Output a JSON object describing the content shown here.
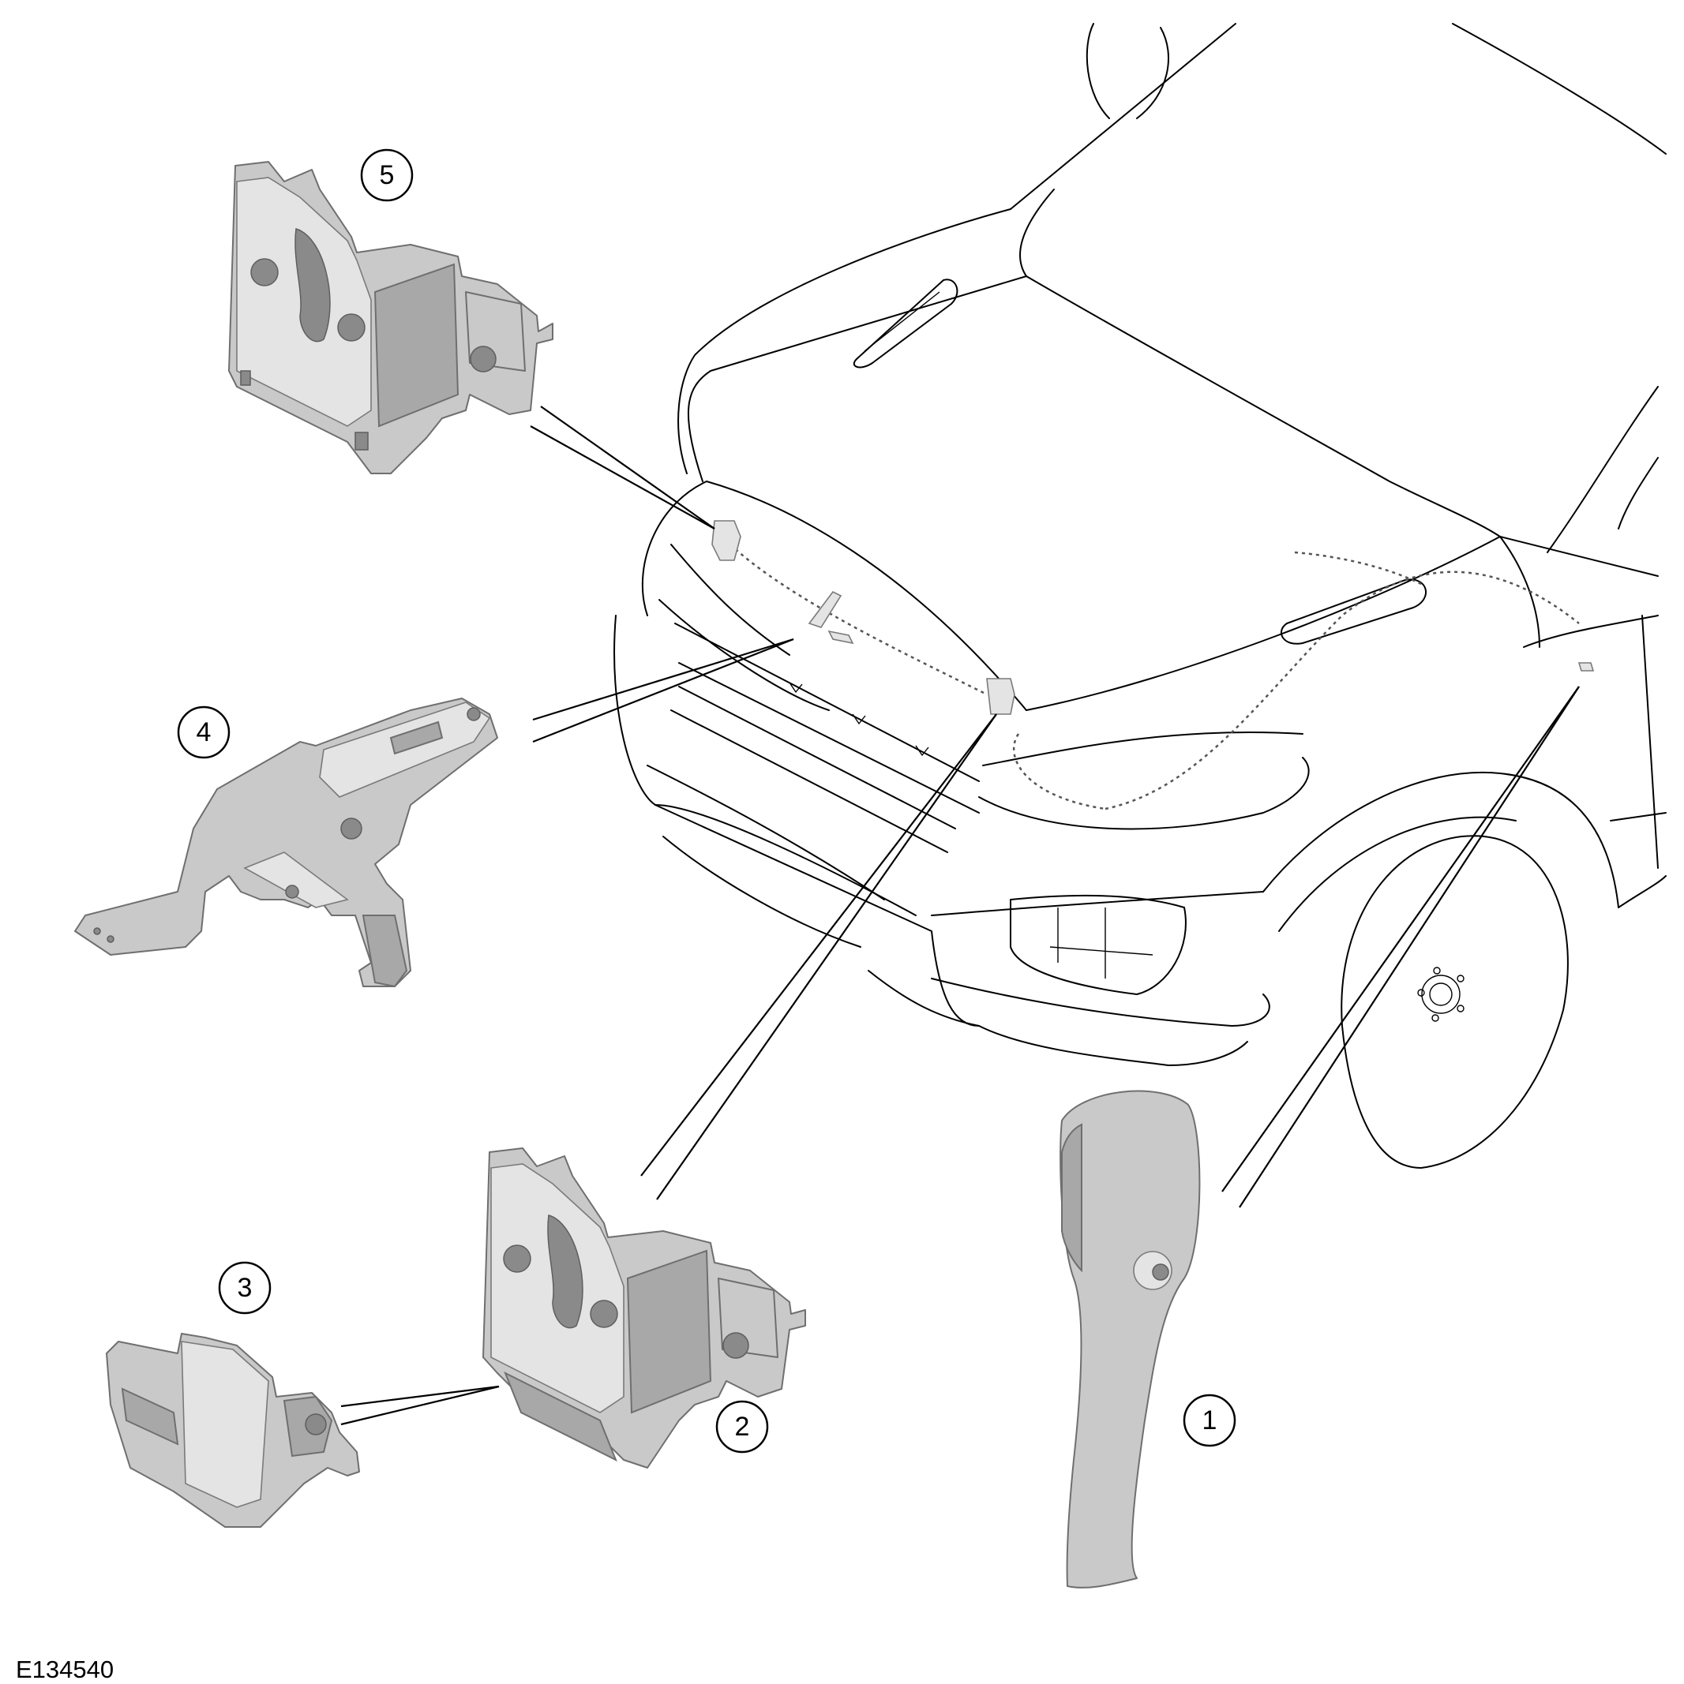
{
  "figure": {
    "reference_code": "E134540"
  },
  "callouts": [
    {
      "id": "1",
      "label": "1"
    },
    {
      "id": "2",
      "label": "2"
    },
    {
      "id": "3",
      "label": "3"
    },
    {
      "id": "4",
      "label": "4"
    },
    {
      "id": "5",
      "label": "5"
    }
  ],
  "colors": {
    "part_fill": "#c9c9c9",
    "line": "#000000",
    "background": "#ffffff"
  }
}
